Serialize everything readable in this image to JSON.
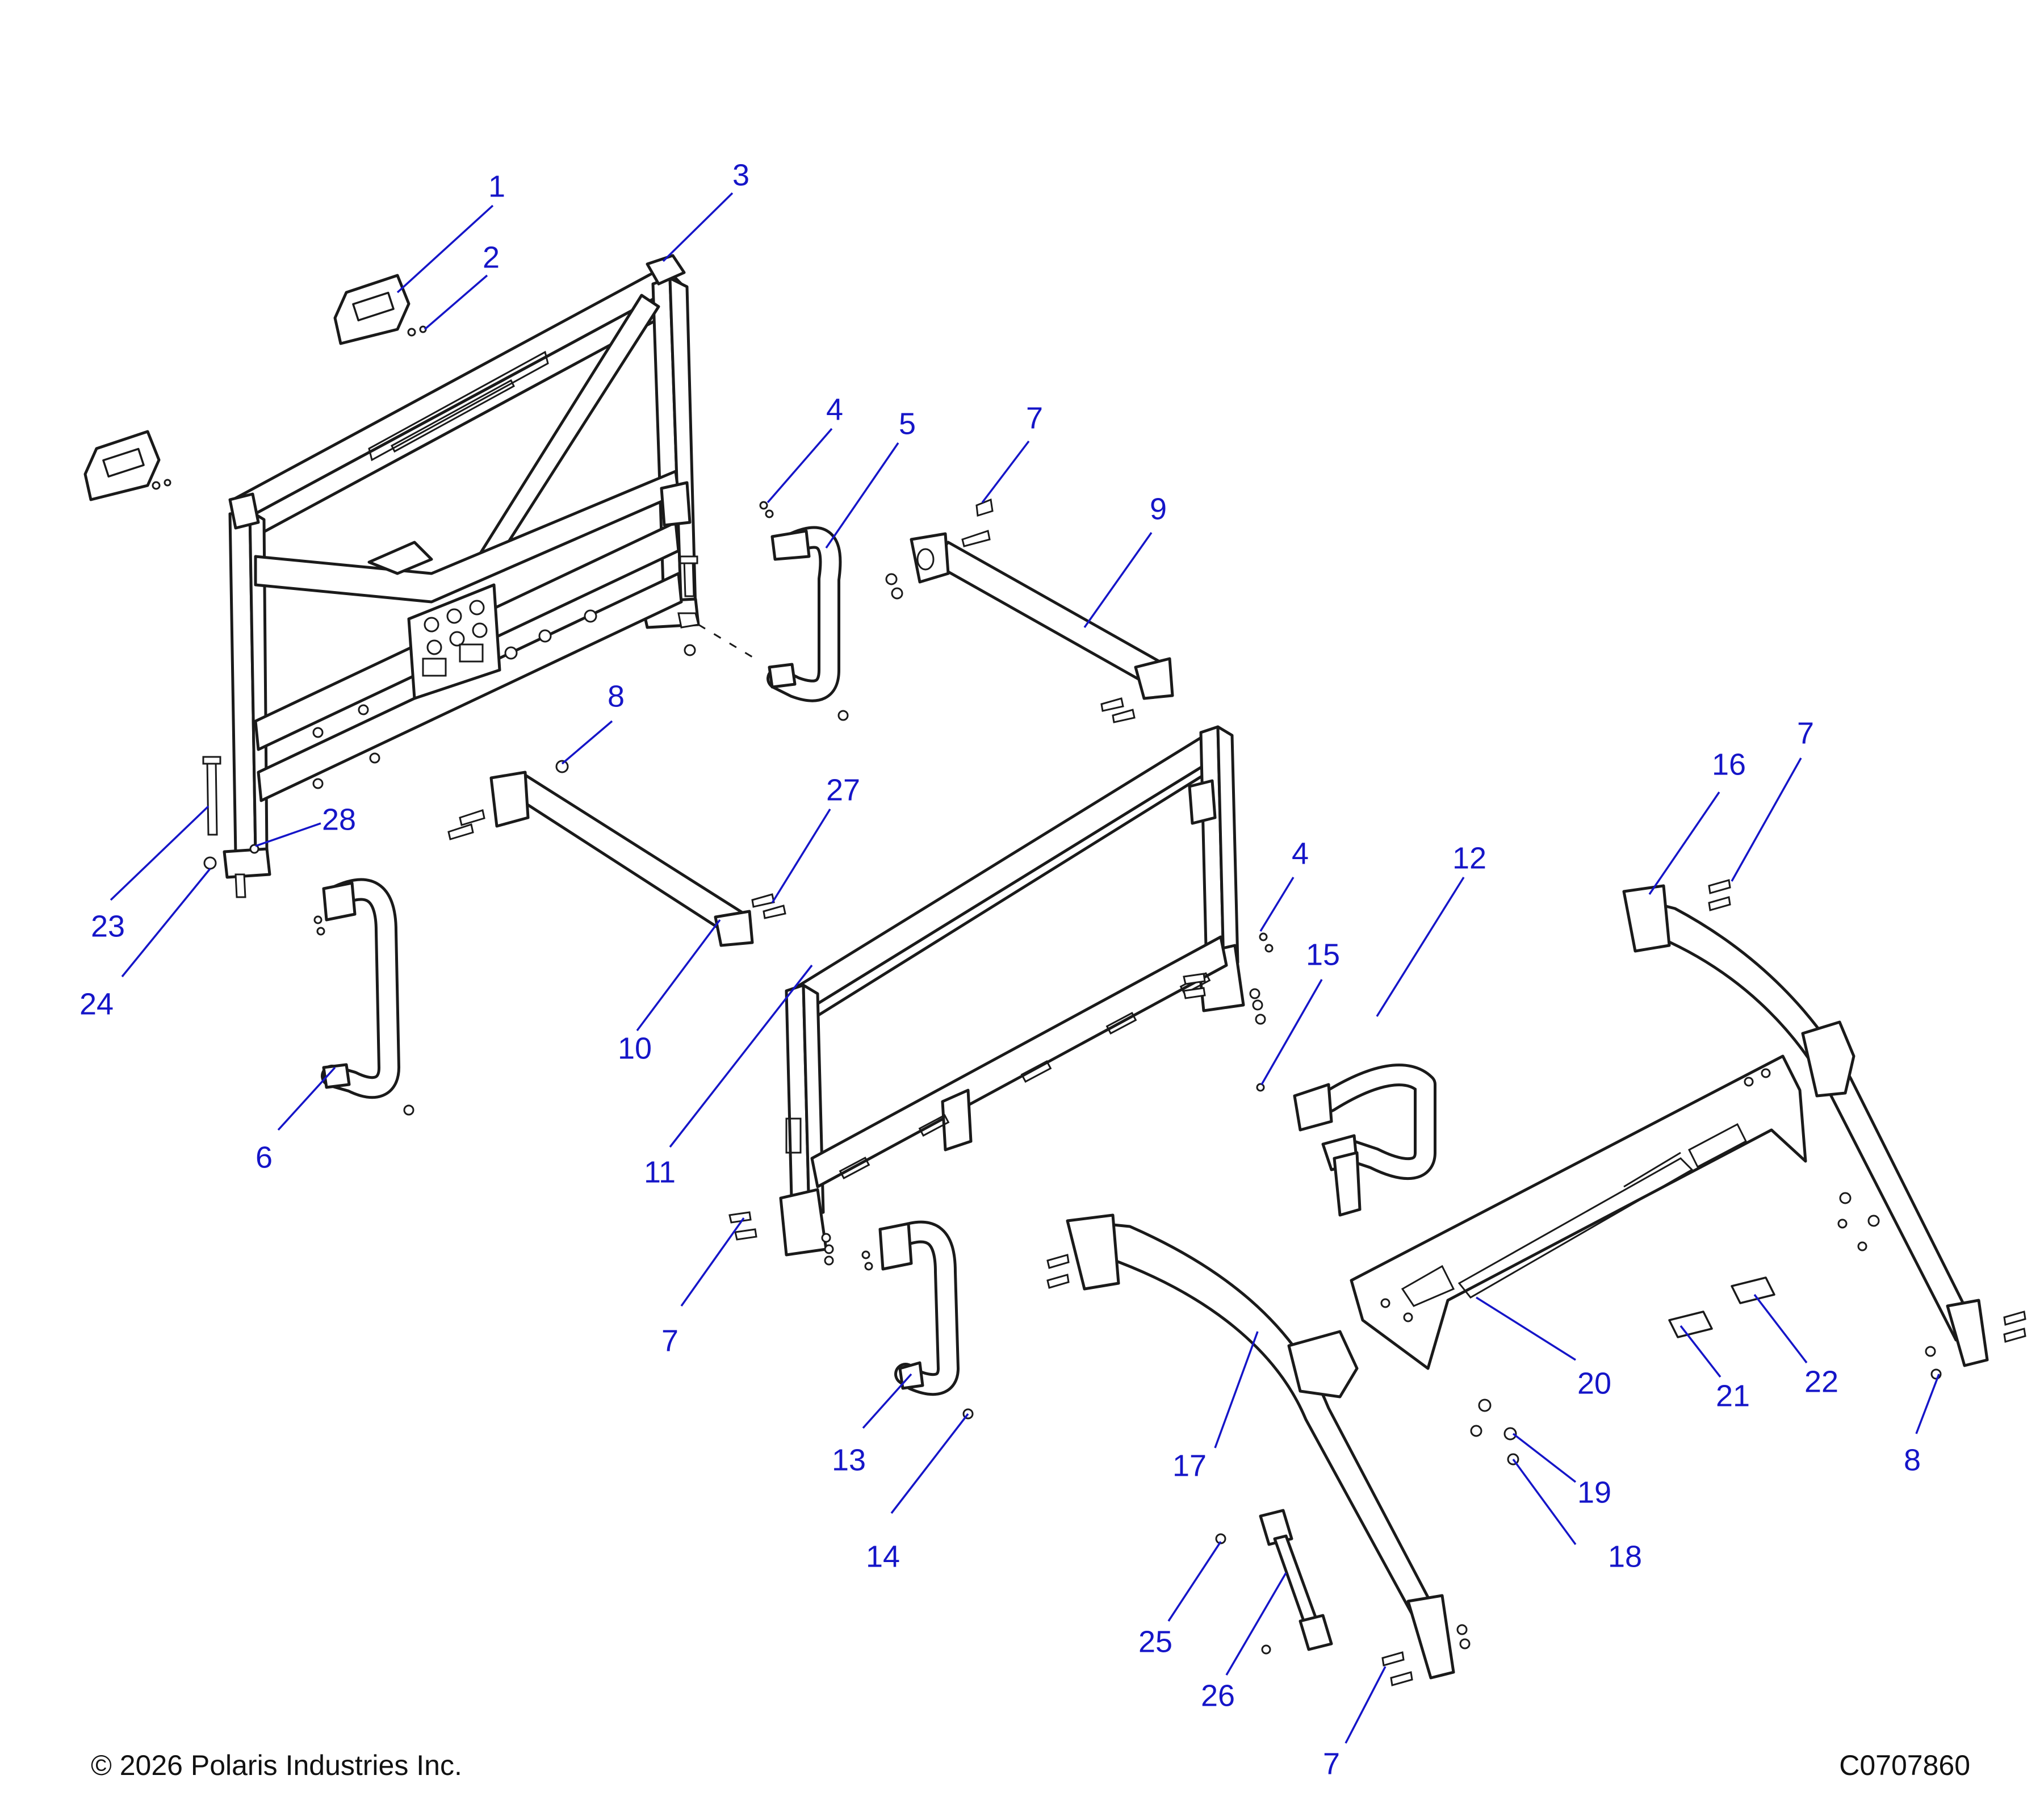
{
  "diagram": {
    "copyright": "© 2026 Polaris Industries Inc.",
    "drawing_number": "C0707860",
    "colors": {
      "callout": "#1515c8",
      "line_art": "#1a1a1a",
      "background": "#ffffff"
    },
    "callouts": [
      {
        "id": "c1",
        "label": "1"
      },
      {
        "id": "c2",
        "label": "2"
      },
      {
        "id": "c3",
        "label": "3"
      },
      {
        "id": "c4a",
        "label": "4"
      },
      {
        "id": "c5",
        "label": "5"
      },
      {
        "id": "c7a",
        "label": "7"
      },
      {
        "id": "c9",
        "label": "9"
      },
      {
        "id": "c8a",
        "label": "8"
      },
      {
        "id": "c27",
        "label": "27"
      },
      {
        "id": "c28",
        "label": "28"
      },
      {
        "id": "c23",
        "label": "23"
      },
      {
        "id": "c24",
        "label": "24"
      },
      {
        "id": "c10",
        "label": "10"
      },
      {
        "id": "c6",
        "label": "6"
      },
      {
        "id": "c11",
        "label": "11"
      },
      {
        "id": "c4b",
        "label": "4"
      },
      {
        "id": "c15",
        "label": "15"
      },
      {
        "id": "c12",
        "label": "12"
      },
      {
        "id": "c16",
        "label": "16"
      },
      {
        "id": "c7b",
        "label": "7"
      },
      {
        "id": "c7c",
        "label": "7"
      },
      {
        "id": "c13",
        "label": "13"
      },
      {
        "id": "c14",
        "label": "14"
      },
      {
        "id": "c17",
        "label": "17"
      },
      {
        "id": "c20",
        "label": "20"
      },
      {
        "id": "c21",
        "label": "21"
      },
      {
        "id": "c22",
        "label": "22"
      },
      {
        "id": "c8b",
        "label": "8"
      },
      {
        "id": "c19",
        "label": "19"
      },
      {
        "id": "c18",
        "label": "18"
      },
      {
        "id": "c25",
        "label": "25"
      },
      {
        "id": "c26",
        "label": "26"
      },
      {
        "id": "c7d",
        "label": "7"
      }
    ]
  }
}
